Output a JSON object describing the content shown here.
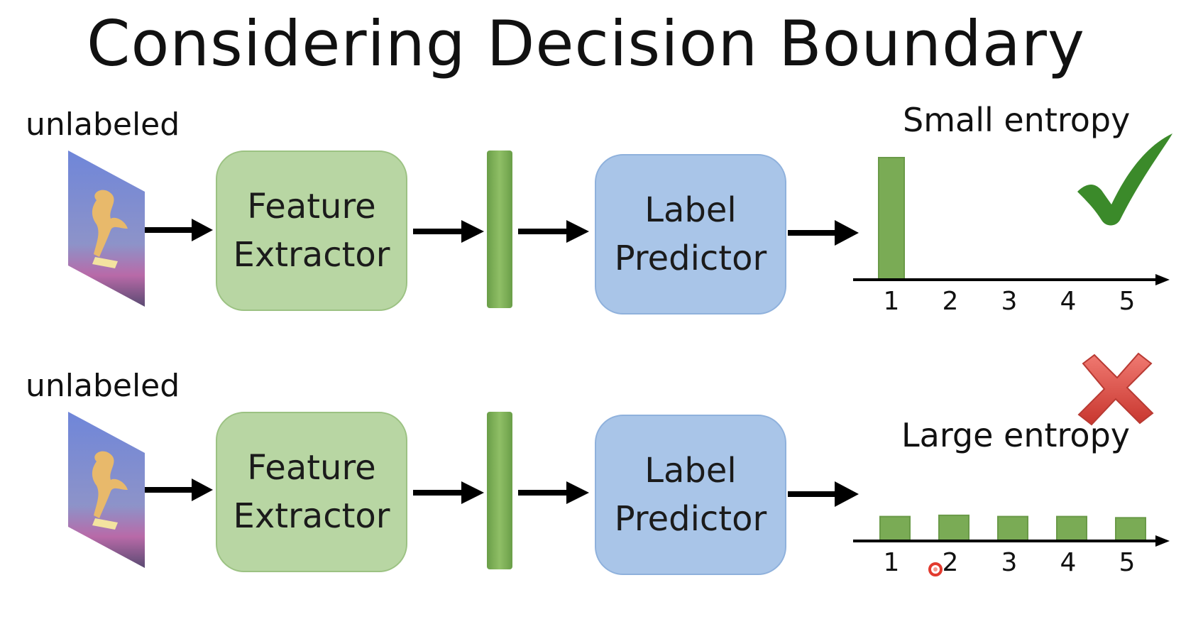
{
  "title": "Considering Decision Boundary",
  "colors": {
    "feature_box": "#b8d6a3",
    "predictor_box": "#a9c5e8",
    "bar": "#7aab55",
    "check": "#3b8a2a",
    "cross": "#e0524a"
  },
  "rows": [
    {
      "input_label": "unlabeled",
      "feature_box": {
        "line1": "Feature",
        "line2": "Extractor"
      },
      "predictor_box": {
        "line1": "Label",
        "line2": "Predictor"
      },
      "entropy_label": "Small entropy",
      "verdict_icon": "check-icon",
      "chart_data": {
        "type": "bar",
        "categories": [
          "1",
          "2",
          "3",
          "4",
          "5"
        ],
        "values": [
          1.0,
          0,
          0,
          0,
          0
        ]
      }
    },
    {
      "input_label": "unlabeled",
      "feature_box": {
        "line1": "Feature",
        "line2": "Extractor"
      },
      "predictor_box": {
        "line1": "Label",
        "line2": "Predictor"
      },
      "entropy_label": "Large entropy",
      "verdict_icon": "cross-icon",
      "chart_data": {
        "type": "bar",
        "categories": [
          "1",
          "2",
          "3",
          "4",
          "5"
        ],
        "values": [
          0.2,
          0.21,
          0.2,
          0.2,
          0.19
        ]
      }
    }
  ]
}
